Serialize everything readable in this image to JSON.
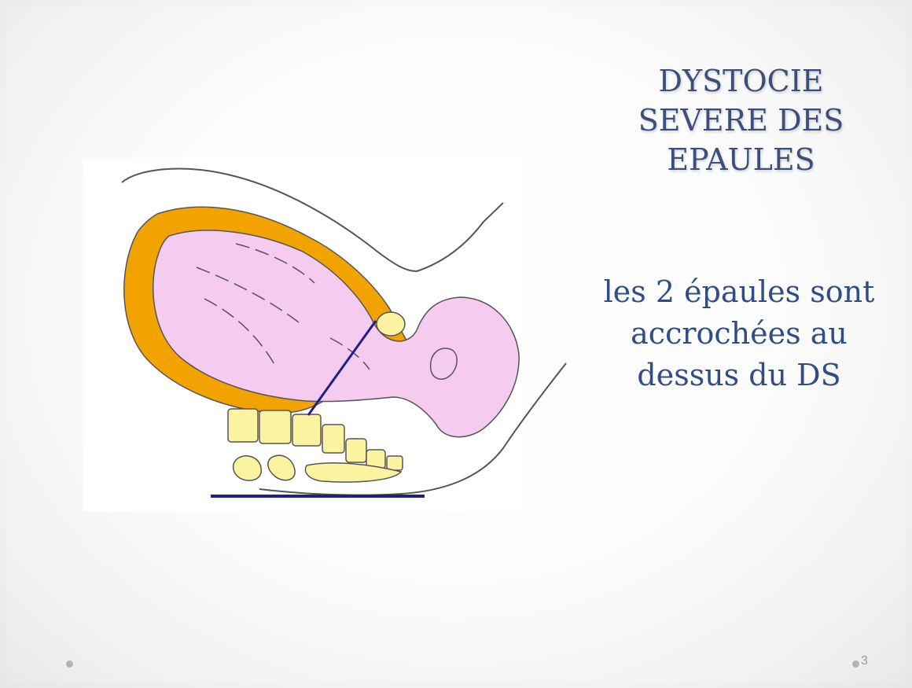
{
  "slide": {
    "title": "DYSTOCIE\nSEVERE DES\nEPAULES",
    "subtitle": "les 2 épaules sont\naccrochées au\ndessus du DS",
    "page_number": "3"
  },
  "colors": {
    "title": "#3a4f7a",
    "subtitle": "#2f4d86",
    "baby_pink": "#f5ccf0",
    "uterus_orange": "#f2a300",
    "bone_yellow": "#fbf3a0",
    "line_navy": "#1f1f8a",
    "outline": "#555555"
  },
  "illustration": {
    "subject": "fetus-in-utero-shoulder-dystocia",
    "icons": [
      "bullet-dot"
    ]
  }
}
